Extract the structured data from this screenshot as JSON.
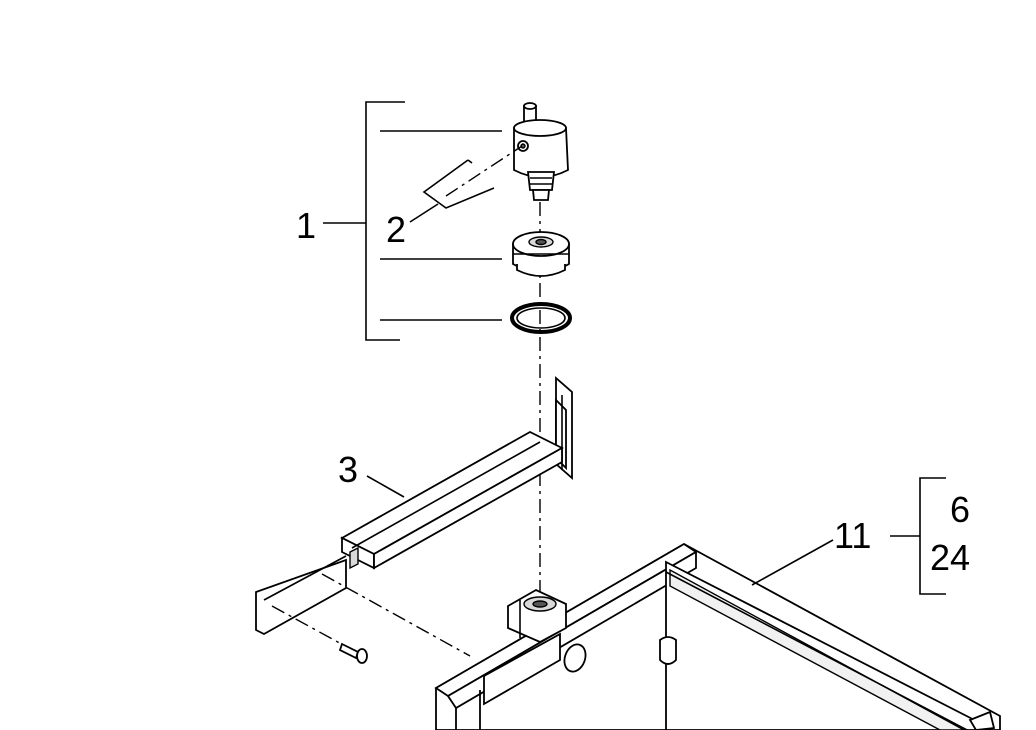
{
  "callouts": {
    "c1": "1",
    "c2": "2",
    "c3": "3",
    "c11": "11",
    "c6": "6",
    "c24": "24"
  }
}
